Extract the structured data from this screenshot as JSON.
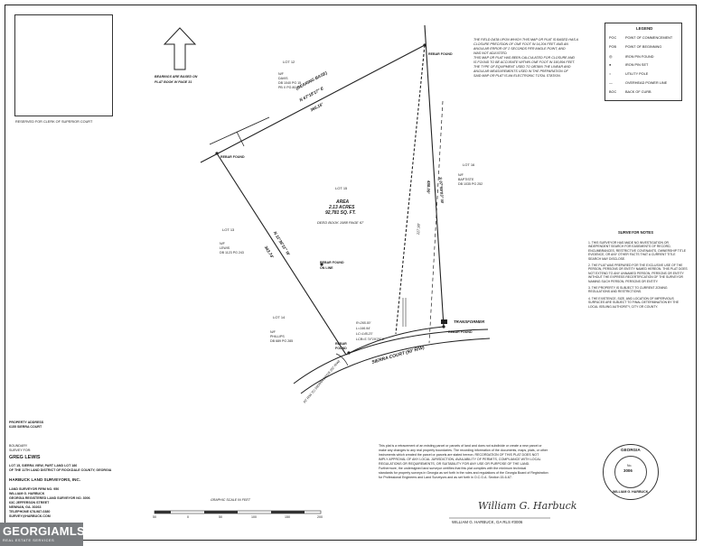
{
  "clerk_box": {
    "label": "RESERVED FOR CLERK OF SUPERIOR COURT"
  },
  "bearings_note": [
    "BEARINGS ARE BASED ON",
    "PLAT BOOK W PAGE 31"
  ],
  "lots": {
    "lot12": {
      "label": "LOT 12",
      "owner": [
        "N/F",
        "DAVIS",
        "DB 1040 PG 15",
        "PB X PG 80"
      ]
    },
    "lot15": {
      "label": "LOT 15"
    },
    "lot16": {
      "label": "LOT 16",
      "owner": [
        "N/F",
        "BAPTISTE",
        "DB 1035 PG 252"
      ]
    },
    "lot13": {
      "label": "LOT 13",
      "owner": [
        "N/F",
        "LEWIS",
        "DB 1123 PG 243"
      ]
    },
    "lot14": {
      "label": "LOT 14",
      "owner": [
        "N/F",
        "PHILLIPS",
        "DB 689 PG 285"
      ]
    }
  },
  "area": {
    "title": "AREA",
    "acres": "2.13 ACRES",
    "sqft": "92,781 SQ. FT.",
    "deed": "DEED BOOK 1988 PAGE 67"
  },
  "boundary_labels": {
    "bearing_base": "(BEARING BASE)",
    "north_bearing": "N 67°18'17\" E",
    "north_dist": "366.16'",
    "west_bearing": "N 11°36'11\" W",
    "west_dist": "343.74'",
    "east_dist": "488.09'",
    "east_bearing": "S 07°59'03\" W",
    "east_dist2": "117.90'",
    "curve": [
      "R=265.00'",
      "L=146.94'",
      "LC=145.23'",
      "LCB=S 74°19'29\" E"
    ]
  },
  "markers": {
    "rebar_found_top": "REBAR FOUND",
    "rebar_found_left": "REBAR FOUND",
    "rebar_found_online": [
      "REBAR FOUND",
      "ON LINE"
    ],
    "rebar_found_bottom": "REBAR FOUND",
    "rebar_bottom_left": [
      "REBAR",
      "FOUND"
    ],
    "transformer": "TRANSFORMER"
  },
  "road": {
    "name": "SIERRA COURT (50' R/W)",
    "row_note": "50' R/W TO SIERRA DRIVE (50' R/W)"
  },
  "field_note": [
    "THE FIELD DATA UPON WHICH THIS MAP OR PLAT IS BASED HAS A",
    "CLOSURE PRECISION OF ONE FOOT IN 14,204 FEET AND AN",
    "ANGULAR ERROR OF 2 SECONDS PER ANGLE POINT, AND",
    "WAS NOT ADJUSTED.",
    "THIS MAP OR PLAT HAS BEEN CALCULATED FOR CLOSURE AND",
    "IS FOUND TO BE ACCURATE WITHIN ONE FOOT IN 190,894 FEET.",
    "THE TYPE OF EQUIPMENT USED TO OBTAIN THE LINEAR AND",
    "ANGULAR MEASUREMENTS USED IN THE PREPARATION OF",
    "SAID MAP OR PLAT IS AN ELECTRONIC TOTAL STATION."
  ],
  "legend": {
    "title": "LEGEND",
    "items": [
      {
        "abbr": "POC",
        "label": "POINT OF COMMENCEMENT"
      },
      {
        "abbr": "POB",
        "label": "POINT OF BEGINNING"
      },
      {
        "abbr": "◎",
        "label": "IRON PIN FOUND"
      },
      {
        "abbr": "●",
        "label": "IRON PIN SET"
      },
      {
        "abbr": "○",
        "label": "UTILITY POLE"
      },
      {
        "abbr": "—",
        "label": "OVERHEAD POWER LINE"
      },
      {
        "abbr": "BOC",
        "label": "BACK OF CURB"
      }
    ]
  },
  "surveyor_notes": {
    "title": "SURVEYOR NOTES",
    "items": [
      "1. THIS SURVEYOR HAS MADE NO INVESTIGATION OR INDEPENDENT SEARCH FOR EASEMENTS OF RECORD, ENCUMBRANCES, RESTRICTIVE COVENANTS, OWNERSHIP TITLE EVIDENCE, OR ANY OTHER FACTS THAT A CURRENT TITLE SEARCH MAY DISCLOSE.",
      "2. THE PLAT WAS PREPARED FOR THE EXCLUSIVE USE OF THE PERSON, PERSONS OR ENTITY NAMED HEREON. THIS PLAT DOES NOT EXTEND TO ANY UNNAMED PERSON, PERSONS OR ENTITY WITHOUT THE EXPRESS RECERTIFICATION OF THE SURVEYOR NAMING SUCH PERSON, PERSONS OR ENTITY.",
      "3. THE PROPERTY IS SUBJECT TO CURRENT ZONING REGULATIONS AND RESTRICTIONS.",
      "4. THE EXISTENCE, SIZE, AND LOCATION OF IMPERVIOUS SURFACES ARE SUBJECT TO FINAL DETERMINATION BY THE LOCAL ISSUING AUTHORITY, CITY OR COUNTY."
    ]
  },
  "property": {
    "label": "PROPERTY ADDRESS",
    "address": "6155 SIERRA COURT"
  },
  "boundary_survey": {
    "label": [
      "BOUNDARY",
      "SURVEY FOR:"
    ],
    "client": "GREG LEWIS",
    "desc": [
      "LOT 15, SIERRA VIEW, PART LAND LOT 186",
      "OF THE 11TH LAND DISTRICT OF ROCKDALE COUNTY, GEORGIA"
    ]
  },
  "surveyor": {
    "firm": "HARBUCK LAND SURVEYORS, INC.",
    "lines": [
      "LAND SURVEYOR FIRM NO. 950",
      "WILLIAM G. HARBUCK",
      "GEORGIA REGISTERED LAND SURVEYOR NO. 3006",
      "63C JEFFERSON STREET",
      "NEWNAN, GA. 30263",
      "TELEPHONE 678-987-0380",
      "SURVEY@HARBUCK.COM"
    ]
  },
  "scale": {
    "label": "GRAPHIC SCALE IN FEET",
    "ticks": [
      "50",
      "0",
      "50",
      "100",
      "150",
      "200"
    ]
  },
  "certification": [
    "This plat is a retracement of an existing parcel or parcels of land and does not subdivide or create a new parcel or",
    "make any changes to any real property boundaries. The recording information of the documents, maps, plats, or other",
    "instruments which created the parcel or parcels are stated hereon. RECORDATION OF THIS PLAT DOES NOT",
    "IMPLY APPROVAL OF ANY LOCAL JURISDICTION, AVAILABILITY OF PERMITS, COMPLIANCE WITH LOCAL",
    "REGULATIONS OR REQUIREMENTS, OR SUITABILITY FOR ANY USE OR PURPOSE OF THE LAND.",
    "Furthermore, the undersigned land surveyor certifies that this plat complies with the minimum technical",
    "standards for property surveys in Georgia as set forth in the rules and regulations of the Georgia Board of Registration",
    "for Professional Engineers and Land Surveyors and as set forth in O.C.G.A. Section 15-6-67."
  ],
  "signature": {
    "script": "William G. Harbuck",
    "name": "WILLIAM G. HARBUCK, GA RLS #3006"
  },
  "seal": {
    "top": "GEORGIA",
    "no": "No.",
    "number": "3006",
    "bottom": "WILLIAM G. HARBUCK"
  },
  "logo": {
    "brand": "GEORGIAMLS",
    "tagline": "REAL ESTATE SERVICES"
  }
}
